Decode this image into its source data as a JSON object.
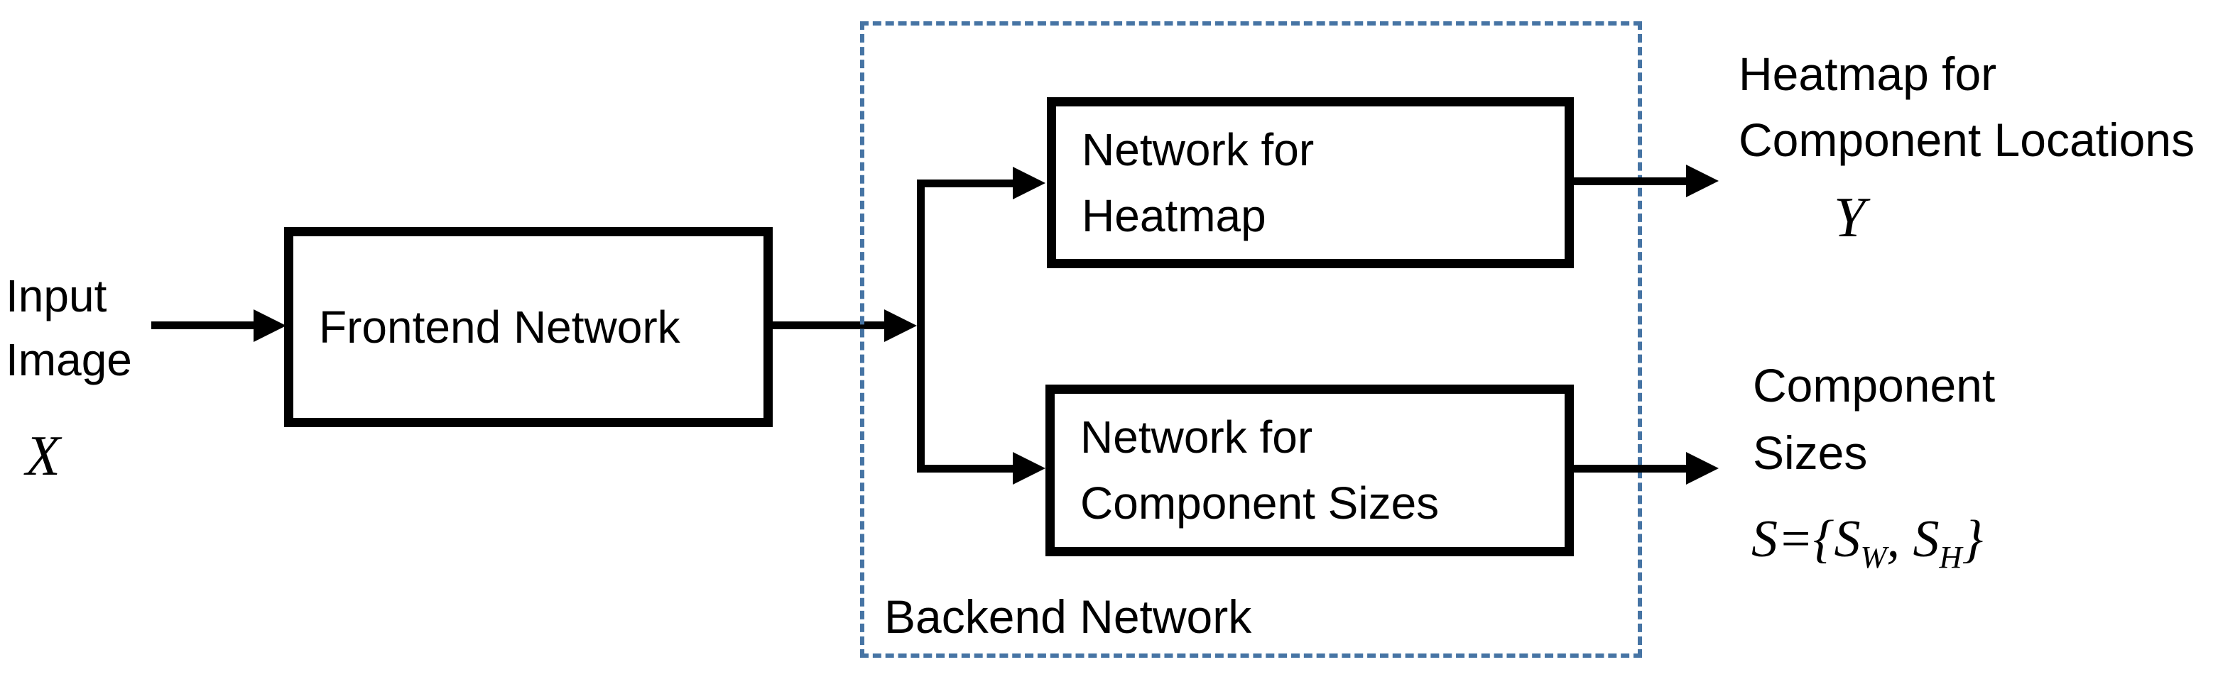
{
  "diagram": {
    "input": {
      "label": "Input\nImage",
      "symbol": "X"
    },
    "frontend": {
      "label": "Frontend Network"
    },
    "backend": {
      "label": "Backend Network",
      "heatmap_box_label": "Network for\nHeatmap",
      "sizes_box_label": "Network for\nComponent Sizes"
    },
    "outputs": {
      "heatmap": {
        "label": "Heatmap for\nComponent Locations",
        "symbol": "Y"
      },
      "sizes": {
        "label": "Component\nSizes",
        "formula": {
          "pre": "S={S",
          "sub_w": "W",
          "mid": ", S",
          "sub_h": "H",
          "post": "}"
        }
      }
    },
    "colors": {
      "ink": "#000000",
      "backend_dash_border": "#4674A4",
      "background": "#FFFFFF"
    }
  }
}
